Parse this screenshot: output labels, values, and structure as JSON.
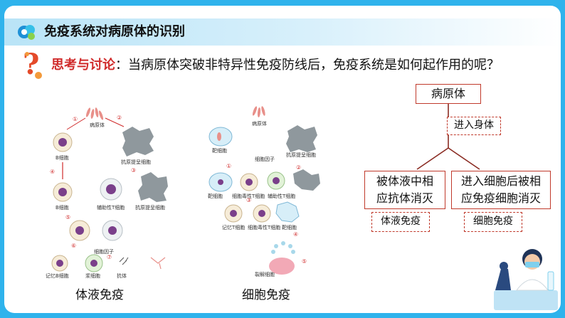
{
  "header": {
    "title": "免疫系统对病原体的识别"
  },
  "discussion": {
    "label": "思考与讨论",
    "colon": "：",
    "text": "当病原体突破非特异性免疫防线后，免疫系统是如何起作用的呢？"
  },
  "humoral_diagram": {
    "caption": "体液免疫",
    "steps": [
      "①",
      "②",
      "③",
      "④",
      "⑤",
      "⑥",
      "⑦"
    ],
    "labels": {
      "pathogen": "病原体",
      "b_cell_1": "B细胞",
      "apc_1": "抗原提呈细胞",
      "b_cell_2": "B细胞",
      "helper_t": "辅助性T细胞",
      "apc_2": "抗原提呈细胞",
      "cytokine": "细胞因子",
      "memory_b": "记忆B细胞",
      "plasma": "浆细胞",
      "antibody": "抗体"
    }
  },
  "cellular_diagram": {
    "caption": "细胞免疫",
    "steps": [
      "①",
      "②",
      "③",
      "④",
      "⑤"
    ],
    "labels": {
      "pathogen": "病原体",
      "target_1": "靶细胞",
      "apc": "抗原提呈细胞",
      "cytokine": "细胞因子",
      "target_2": "靶细胞",
      "cytotoxic_t": "细胞毒性T细胞",
      "helper_t": "辅助性T细胞",
      "memory_t": "记忆T细胞",
      "cytotoxic_t_2": "细胞毒性T细胞",
      "target_3": "靶细胞",
      "lysed": "裂解细胞"
    }
  },
  "flowchart": {
    "root": "病原体",
    "entry": "进入身体",
    "left_box": "被体液中相应抗体消灭",
    "right_box": "进入细胞后被相应免疫细胞消灭",
    "left_tag": "体液免疫",
    "right_tag": "细胞免疫"
  },
  "colors": {
    "frame": "#2fb3ec",
    "accent_red": "#d02b2b",
    "box_border": "#c0392b"
  }
}
